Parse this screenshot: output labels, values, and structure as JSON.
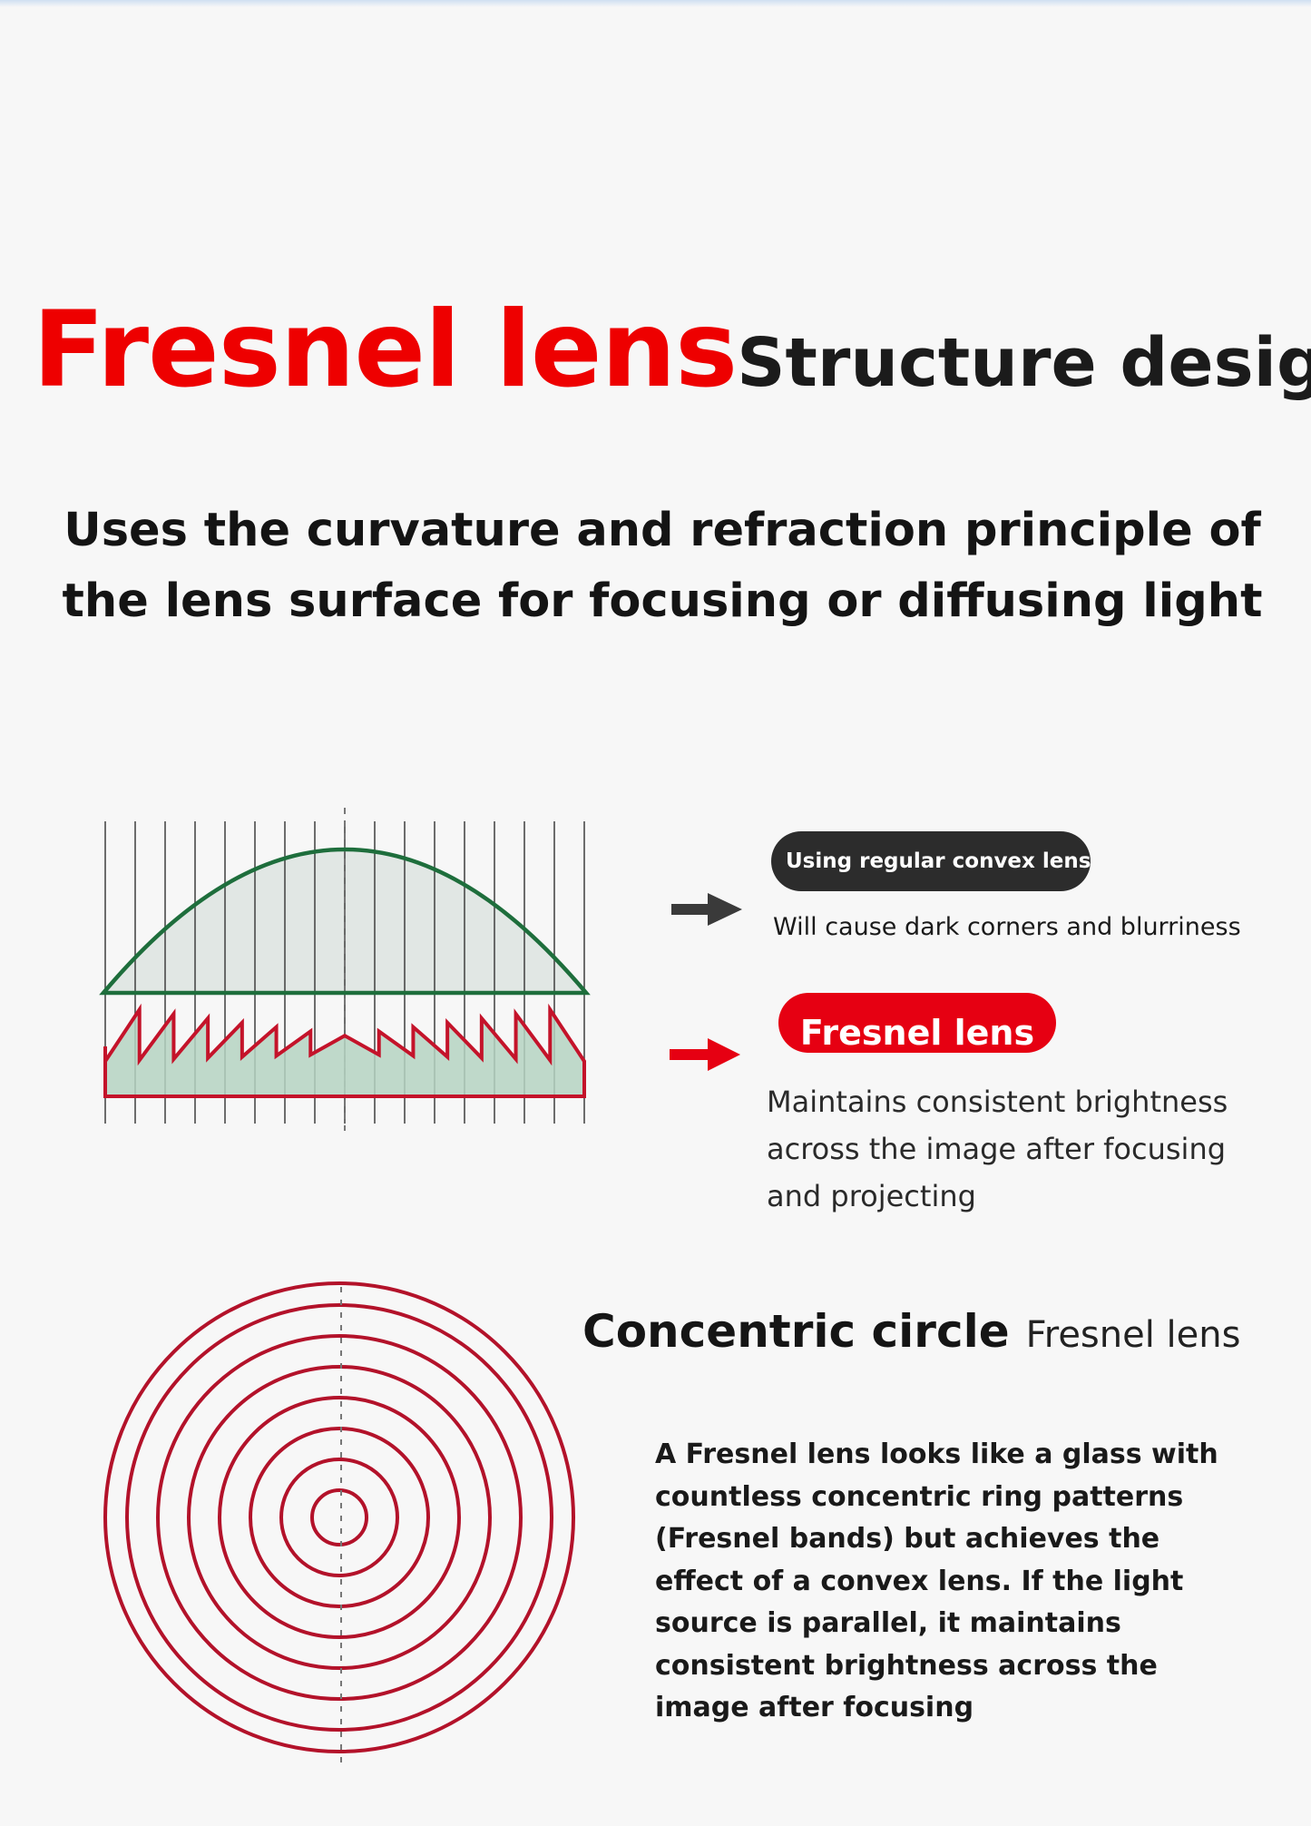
{
  "title": {
    "highlight": "Fresnel lens",
    "rest": "Structure design"
  },
  "subtitle": "Uses the curvature and refraction principle of the lens surface for focusing or diffusing light",
  "regular": {
    "label": "Using regular convex lenses",
    "description": "Will cause dark corners and blurriness"
  },
  "fresnel": {
    "label": "Fresnel lens",
    "description": "Maintains consistent brightness across the image after focusing and projecting"
  },
  "concentric": {
    "title_bold": "Concentric circle",
    "title_normal": "Fresnel lens",
    "description": "A Fresnel lens looks like a glass with countless concentric ring patterns (Fresnel bands) but achieves the effect of a convex lens. If the light source is parallel, it maintains consistent brightness across the image after focusing"
  },
  "colors": {
    "accent_red": "#e60012",
    "lens_green": "#1e6e3c",
    "fill_green": "#b5d3c2",
    "ring_red": "#b3122a",
    "pill_dark": "#2c2c2c"
  }
}
